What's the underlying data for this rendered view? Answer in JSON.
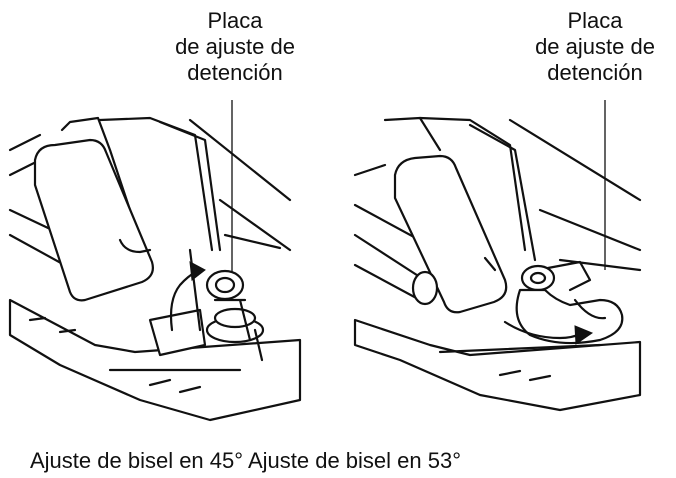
{
  "callouts": {
    "left": [
      "Placa",
      "de ajuste de",
      "detención"
    ],
    "right": [
      "Placa",
      "de ajuste de",
      "detención"
    ]
  },
  "caption": {
    "left": "Ajuste de bisel en 45°",
    "right": "Ajuste de bisel en 53°"
  }
}
